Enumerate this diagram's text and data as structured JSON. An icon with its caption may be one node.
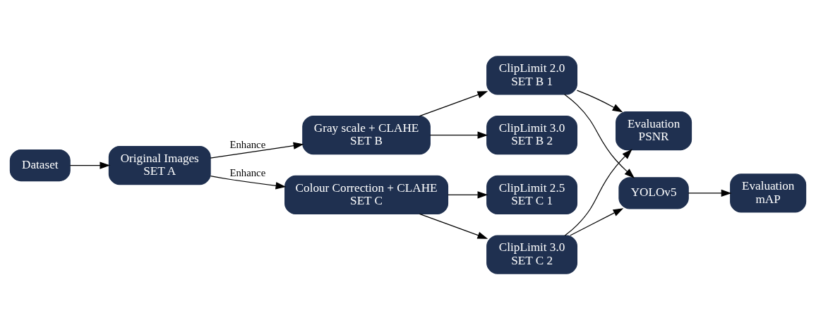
{
  "diagram": {
    "nodes": [
      {
        "text": [
          "Dataset"
        ]
      },
      {
        "text": [
          "Original Images",
          "SET A"
        ]
      },
      {
        "text": [
          "Gray scale + CLAHE",
          "SET B"
        ]
      },
      {
        "text": [
          "Colour Correction + CLAHE",
          "SET C"
        ]
      },
      {
        "text": [
          "ClipLimit 2.0",
          "SET B 1"
        ]
      },
      {
        "text": [
          "ClipLimit 3.0",
          "SET B 2"
        ]
      },
      {
        "text": [
          "ClipLimit 2.5",
          "SET C 1"
        ]
      },
      {
        "text": [
          "ClipLimit 3.0",
          "SET C 2"
        ]
      },
      {
        "text": [
          "Evaluation",
          "PSNR"
        ]
      },
      {
        "text": [
          "YOLOv5"
        ]
      },
      {
        "text": [
          "Evaluation",
          "mAP"
        ]
      }
    ],
    "edges": [
      {
        "from": 0,
        "to": 1,
        "arrow": "to"
      },
      {
        "from": 1,
        "to": 2,
        "arrow": "to",
        "label": "Enhance"
      },
      {
        "from": 1,
        "to": 3,
        "arrow": "to",
        "label": "Enhance"
      },
      {
        "from": 2,
        "to": 4,
        "arrow": "to"
      },
      {
        "from": 2,
        "to": 5,
        "arrow": "to"
      },
      {
        "from": 3,
        "to": 6,
        "arrow": "to"
      },
      {
        "from": 3,
        "to": 7,
        "arrow": "to"
      },
      {
        "from": 4,
        "to": 8,
        "arrow": "to"
      },
      {
        "from": 4,
        "to": 9,
        "arrow": "to"
      },
      {
        "from": 7,
        "to": 8,
        "arrow": "to"
      },
      {
        "from": 7,
        "to": 9,
        "arrow": "to"
      },
      {
        "from": 9,
        "to": 10,
        "arrow": "to"
      }
    ]
  }
}
